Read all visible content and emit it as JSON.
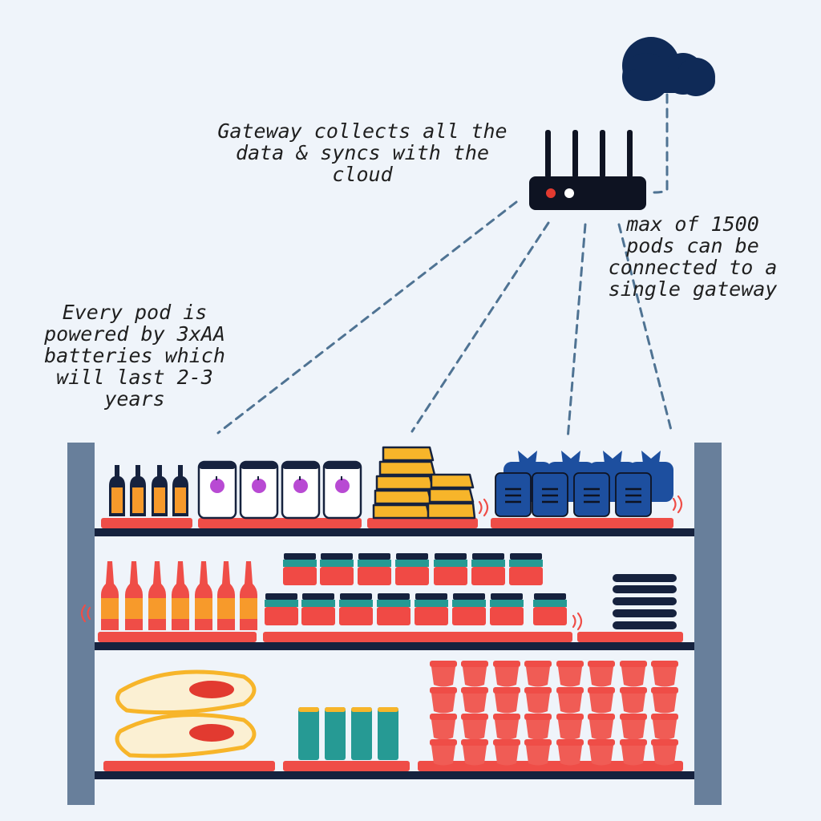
{
  "annotations": {
    "gateway": "Gateway collects all the\ndata & syncs with the\ncloud",
    "pods": "max of 1500\npods can be\nconnected to a\nsingle gateway",
    "battery": "Every pod is\npowered by 3xAA\nbatteries which\nwill last 2-3\nyears"
  },
  "colors": {
    "background": "#eff4fa",
    "cloud": "#0f2a57",
    "gateway_body": "#0e1322",
    "shelf_frame": "#687f9b",
    "shelf_bar": "#16223e",
    "pod_strip": "#ef4d47",
    "dashed_link": "#4f7393",
    "juice_box": "#1d4f9f",
    "bottle_orange": "#f79a2b",
    "tin_teal": "#269a94",
    "cup_red": "#ef4d47",
    "cheese_yellow": "#f7b52a"
  },
  "icons": [
    "cloud-icon",
    "gateway-router-icon",
    "wireless-signal-icon"
  ]
}
